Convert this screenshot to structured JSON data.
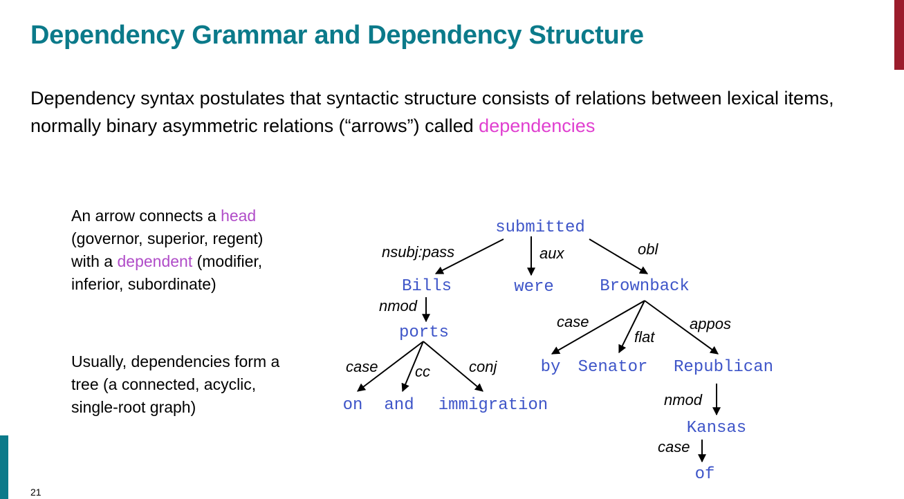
{
  "slide": {
    "title": "Dependency Grammar and Dependency Structure",
    "page_number": "21",
    "colors": {
      "title": "#0b7a8a",
      "pink": "#e040d0",
      "violet": "#b04cc8",
      "tree_words": "#3e55c8",
      "accent_bar": "#9b1c2c"
    }
  },
  "intro": {
    "text": "Dependency syntax postulates that syntactic structure consists of relations between lexical items, normally binary asymmetric relations (“arrows”) called ",
    "highlight": "dependencies"
  },
  "side1": {
    "part1": "An arrow connects a ",
    "head": "head",
    "part2": " (governor, superior, regent) with a ",
    "dependent": "dependent",
    "part3": " (modifier, inferior, subordinate)"
  },
  "side2": {
    "text": "Usually, dependencies form a tree (a connected, acyclic, single-root graph)"
  },
  "tree": {
    "words": {
      "submitted": "submitted",
      "bills": "Bills",
      "were": "were",
      "brownback": "Brownback",
      "ports": "ports",
      "on": "on",
      "and": "and",
      "immigration": "immigration",
      "by": "by",
      "senator": "Senator",
      "republican": "Republican",
      "kansas": "Kansas",
      "of": "of"
    },
    "relations": {
      "nsubj_pass": "nsubj:pass",
      "aux": "aux",
      "obl": "obl",
      "nmod_bills": "nmod",
      "case_ports": "case",
      "cc": "cc",
      "conj": "conj",
      "case_brownback": "case",
      "flat": "flat",
      "appos": "appos",
      "nmod_republican": "nmod",
      "case_kansas": "case"
    }
  }
}
